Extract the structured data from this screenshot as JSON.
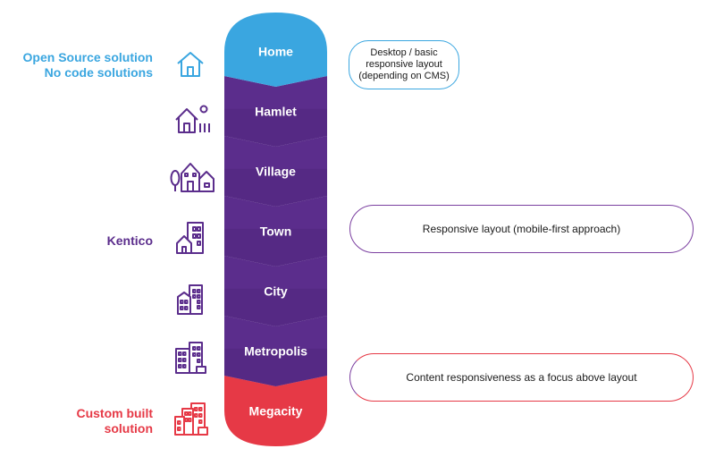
{
  "colors": {
    "home": "#3aa6e0",
    "purple": "#5b2d8c",
    "purple_dark": "#4a2175",
    "red": "#e63946",
    "white": "#ffffff"
  },
  "levels": [
    {
      "label": "Home",
      "icon": "house-icon"
    },
    {
      "label": "Hamlet",
      "icon": "house-with-sun-icon"
    },
    {
      "label": "Village",
      "icon": "village-icon"
    },
    {
      "label": "Town",
      "icon": "town-icon"
    },
    {
      "label": "City",
      "icon": "city-icon"
    },
    {
      "label": "Metropolis",
      "icon": "metropolis-icon"
    },
    {
      "label": "Megacity",
      "icon": "megacity-icon"
    }
  ],
  "side_labels": {
    "open_source": {
      "line1": "Open Source solution",
      "line2": "No code solutions"
    },
    "kentico": {
      "line1": "Kentico"
    },
    "custom": {
      "line1": "Custom built",
      "line2": "solution"
    }
  },
  "info_boxes": {
    "desktop": {
      "line1": "Desktop / basic",
      "line2": "responsive layout",
      "line3": "(depending on CMS)"
    },
    "responsive": {
      "line1": "Responsive layout (mobile-first approach)"
    },
    "content": {
      "line1": "Content responsiveness as a focus above layout"
    }
  }
}
